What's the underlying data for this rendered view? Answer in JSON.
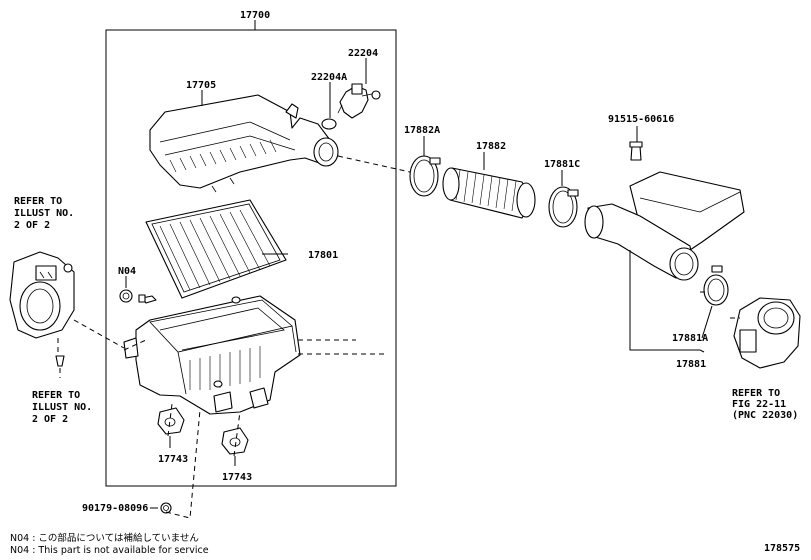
{
  "labels": {
    "assembly": "17700",
    "sensor_assy": "22204",
    "sensor_ring": "22204A",
    "cap_sub": "17705",
    "filter": "17801",
    "n04": "N04",
    "bracket_a": "17743",
    "bracket_b": "17743",
    "bolt": "90179-08096",
    "clamp_a": "17882A",
    "hose": "17882",
    "clamp_c": "17881C",
    "screw": "91515-60616",
    "clamp_1a": "17881A",
    "inlet_assy": "17881",
    "figure_id": "178575"
  },
  "refs": {
    "left_top": [
      "REFER TO",
      "ILLUST NO.",
      "2 OF 2"
    ],
    "left_bottom": [
      "REFER TO",
      "ILLUST NO.",
      "2 OF 2"
    ],
    "right": [
      "REFER TO",
      "FIG 22-11",
      "(PNC 22030)"
    ]
  },
  "notes": {
    "jp": "N04 : この部品については補給していません",
    "en": "N04 : This part is not available for service"
  }
}
